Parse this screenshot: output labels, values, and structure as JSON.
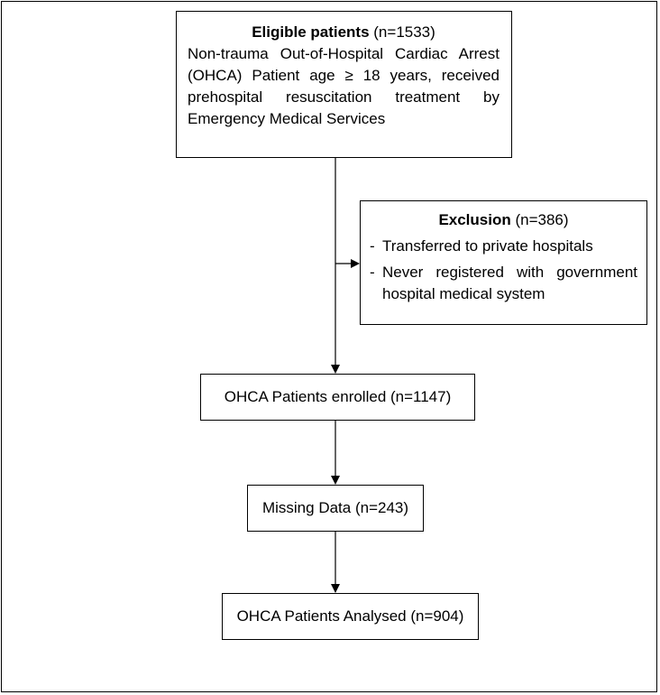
{
  "eligible": {
    "title_bold": "Eligible patients",
    "title_count": " (n=1533)",
    "description": "Non-trauma Out-of-Hospital Cardiac Arrest (OHCA) Patient age ≥ 18 years, received prehospital resuscitation treatment by Emergency Medical Services"
  },
  "exclusion": {
    "title_bold": "Exclusion",
    "title_count": " (n=386)",
    "items": [
      {
        "dash": "-",
        "text": "Transferred to private hospitals"
      },
      {
        "dash": "-",
        "text": "Never registered with government hospital medical system"
      }
    ]
  },
  "enrolled": {
    "label": "OHCA Patients enrolled (n=1147)"
  },
  "missing": {
    "label": "Missing Data (n=243)"
  },
  "analysed": {
    "label": "OHCA Patients Analysed (n=904)"
  }
}
